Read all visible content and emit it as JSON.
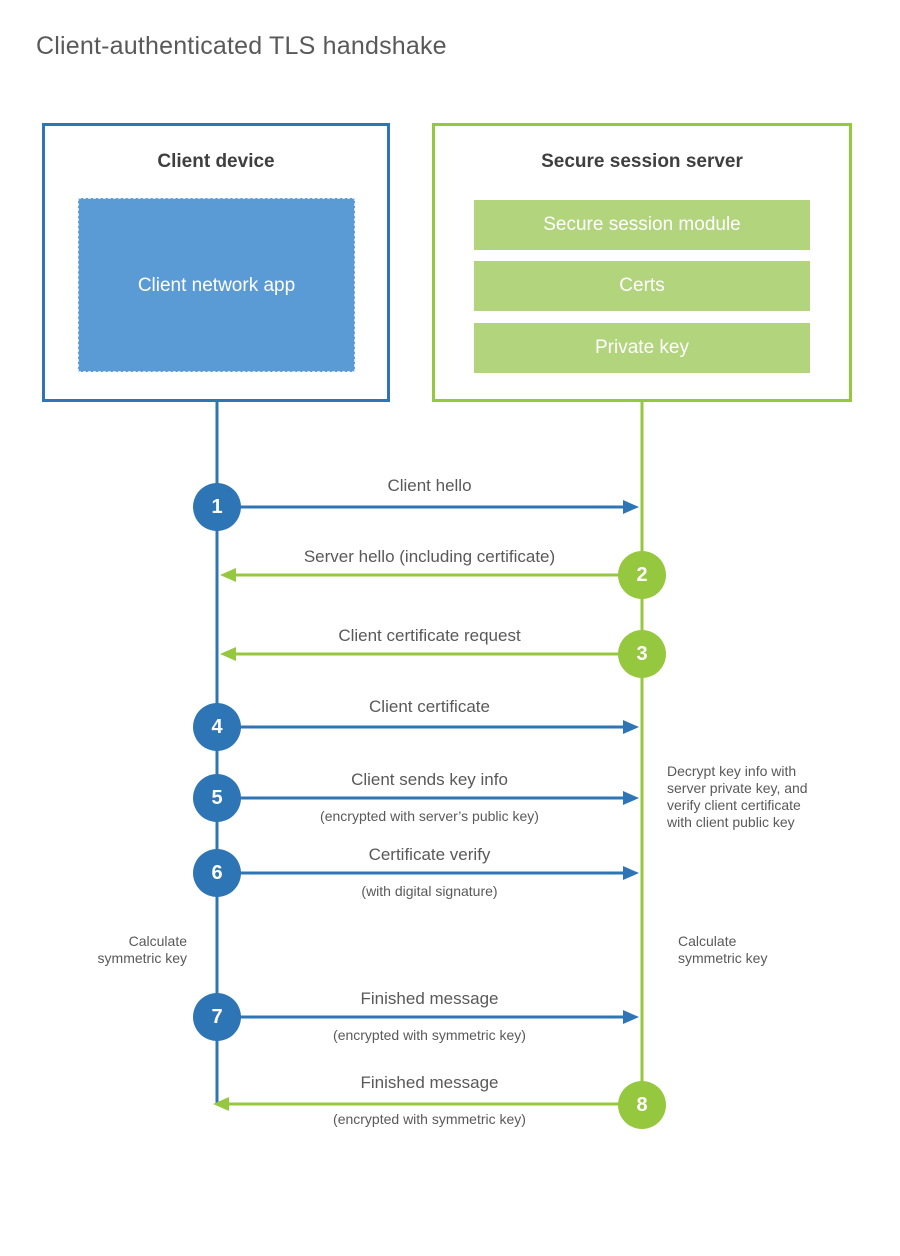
{
  "title": "Client-authenticated TLS handshake",
  "client": {
    "title": "Client device",
    "app_label": "Client network app"
  },
  "server": {
    "title": "Secure session server",
    "modules": [
      "Secure session module",
      "Certs",
      "Private key"
    ]
  },
  "steps": [
    {
      "number": "1",
      "origin": "client",
      "direction": "right",
      "label": "Client hello",
      "sublabel": ""
    },
    {
      "number": "2",
      "origin": "server",
      "direction": "left",
      "label": "Server hello (including certificate)",
      "sublabel": ""
    },
    {
      "number": "3",
      "origin": "server",
      "direction": "left",
      "label": "Client certificate request",
      "sublabel": ""
    },
    {
      "number": "4",
      "origin": "client",
      "direction": "right",
      "label": "Client certificate",
      "sublabel": ""
    },
    {
      "number": "5",
      "origin": "client",
      "direction": "right",
      "label": "Client sends key info",
      "sublabel": "(encrypted with server’s public key)"
    },
    {
      "number": "6",
      "origin": "client",
      "direction": "right",
      "label": "Certificate verify",
      "sublabel": "(with digital signature)"
    },
    {
      "number": "7",
      "origin": "client",
      "direction": "right",
      "label": "Finished message",
      "sublabel": "(encrypted with symmetric key)"
    },
    {
      "number": "8",
      "origin": "server",
      "direction": "left",
      "label": "Finished message",
      "sublabel": "(encrypted with symmetric key)"
    }
  ],
  "notes": {
    "decrypt": "Decrypt key info with\nserver private key, and\nverify client certificate\nwith client public key",
    "calc_left": "Calculate\nsymmetric key",
    "calc_right": "Calculate\nsymmetric key"
  },
  "colors": {
    "blue": "#2e75b6",
    "blue_light": "#5b9bd5",
    "green": "#95c83e",
    "green_light": "#b2d47d",
    "text_gray": "#595959",
    "text_dark": "#3f3f3f"
  }
}
